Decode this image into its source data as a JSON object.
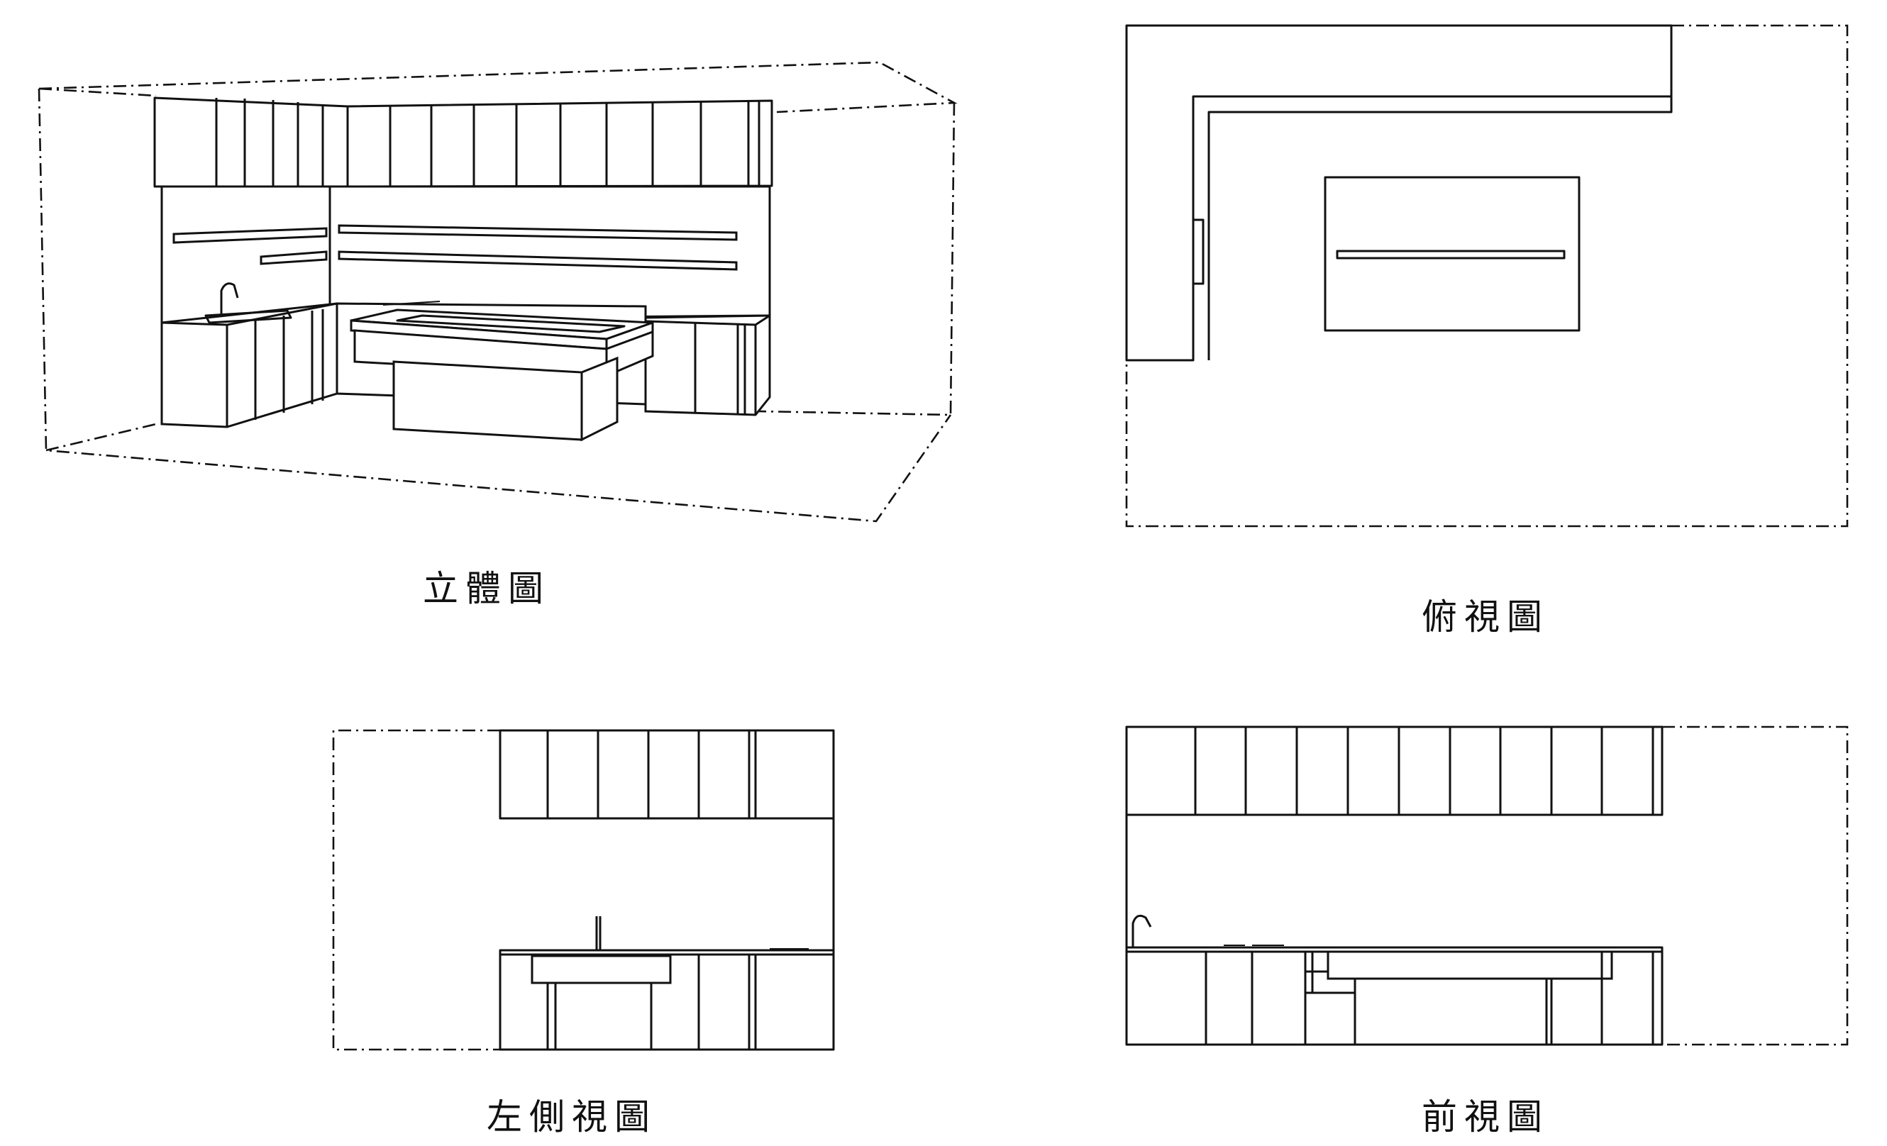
{
  "views": {
    "iso": {
      "caption": "立體圖"
    },
    "top": {
      "caption": "俯視圖"
    },
    "left": {
      "caption": "左側視圖"
    },
    "front": {
      "caption": "前視圖"
    }
  },
  "colors": {
    "line": "#111111",
    "background": "#ffffff"
  }
}
